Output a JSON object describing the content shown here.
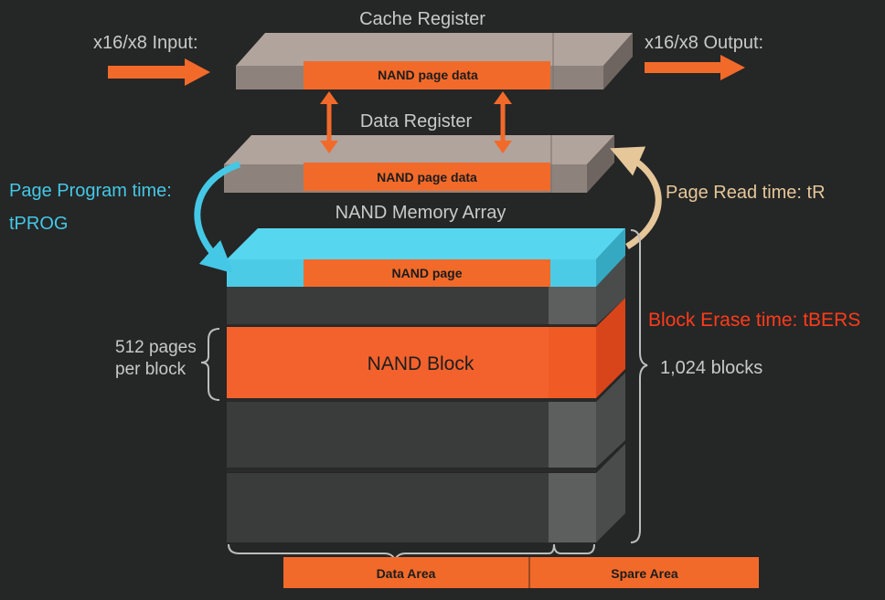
{
  "labels": {
    "input": "x16/x8 Input:",
    "output": "x16/x8 Output:",
    "cache_register": "Cache Register",
    "data_register": "Data Register",
    "memory_array": "NAND Memory Array",
    "page_program_line1": "Page Program time:",
    "page_program_line2": "tPROG",
    "page_read": "Page Read time: tR",
    "block_erase": "Block Erase time: tBERS",
    "pages_per_block_line1": "512 pages",
    "pages_per_block_line2": "per block",
    "blocks": "1,024 blocks",
    "page_data_cache": "NAND page data",
    "page_data_register": "NAND page data",
    "nand_page": "NAND page",
    "nand_block": "NAND Block",
    "data_area": "Data Area",
    "spare_area": "Spare Area"
  },
  "colors": {
    "background": "#252626",
    "register_top": "#b1a49c",
    "register_front": "#8e827c",
    "orange": "#f26a2a",
    "block_orange": "#f3622d",
    "cyan": "#44c8e6",
    "beige": "#e6c79a",
    "block_grey": "#3a3b3b",
    "spare_grey": "#5d5e5e"
  }
}
